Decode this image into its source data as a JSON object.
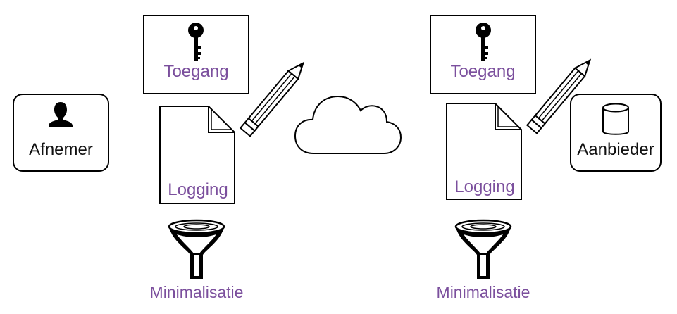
{
  "diagram": {
    "accent_color": "#7b4f9d",
    "left_party": {
      "label": "Afnemer",
      "icon": "person-icon"
    },
    "right_party": {
      "label": "Aanbieder",
      "icon": "database-icon"
    },
    "center": {
      "icon": "cloud-icon"
    },
    "left_stack": {
      "access": {
        "label": "Toegang",
        "icon": "key-icon"
      },
      "logging": {
        "label": "Logging",
        "icon": "document-pencil-icon"
      },
      "minimization": {
        "label": "Minimalisatie",
        "icon": "funnel-icon"
      }
    },
    "right_stack": {
      "access": {
        "label": "Toegang",
        "icon": "key-icon"
      },
      "logging": {
        "label": "Logging",
        "icon": "document-pencil-icon"
      },
      "minimization": {
        "label": "Minimalisatie",
        "icon": "funnel-icon"
      }
    }
  }
}
